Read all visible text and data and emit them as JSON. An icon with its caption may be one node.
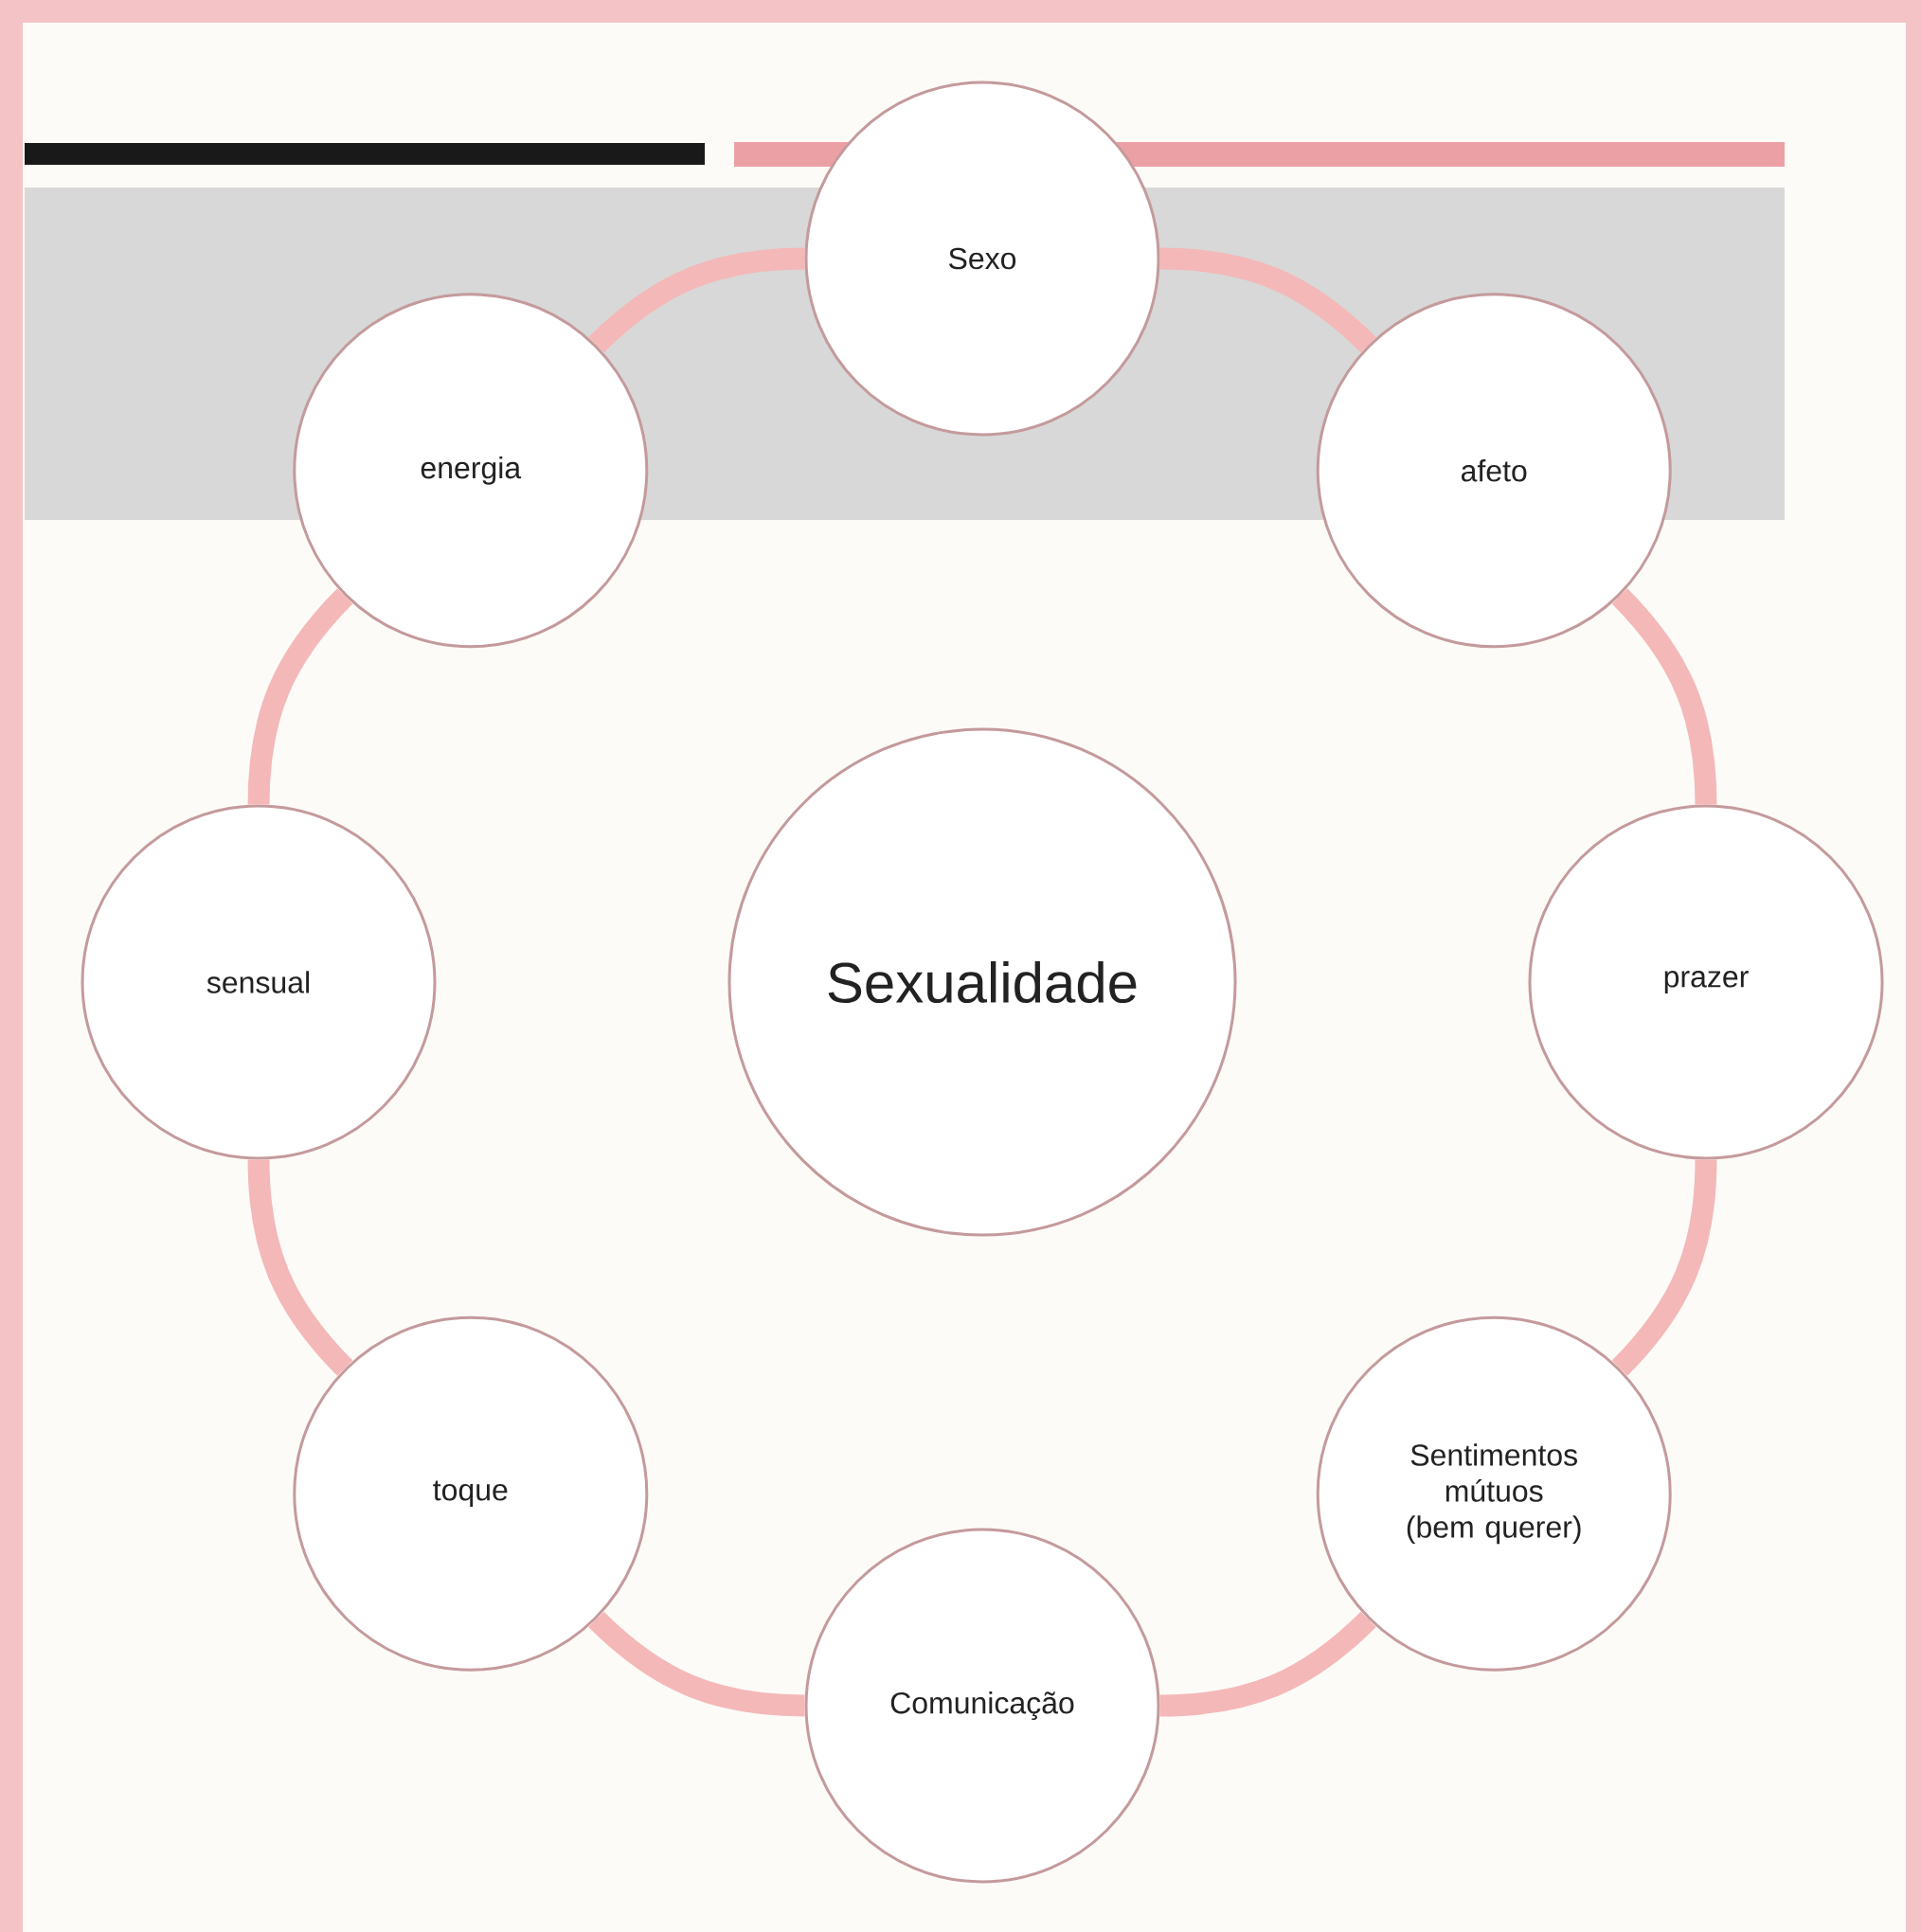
{
  "diagram": {
    "nodes": [
      {
        "text": [
          "Sexualidade"
        ]
      },
      {
        "text": [
          "Sexo"
        ]
      },
      {
        "text": [
          "afeto"
        ]
      },
      {
        "text": [
          "prazer"
        ]
      },
      {
        "text": [
          "Sentimentos mútuos (bem querer)"
        ]
      },
      {
        "text": [
          "Comunicação"
        ]
      },
      {
        "text": [
          "toque"
        ]
      },
      {
        "text": [
          "sensual"
        ]
      },
      {
        "text": [
          "energia"
        ]
      }
    ],
    "edges": [
      {
        "from": 1,
        "to": 2,
        "arrow": "none"
      },
      {
        "from": 2,
        "to": 3,
        "arrow": "none"
      },
      {
        "from": 3,
        "to": 4,
        "arrow": "none"
      },
      {
        "from": 4,
        "to": 5,
        "arrow": "none"
      },
      {
        "from": 5,
        "to": 6,
        "arrow": "none"
      },
      {
        "from": 6,
        "to": 7,
        "arrow": "none"
      },
      {
        "from": 7,
        "to": 8,
        "arrow": "none"
      },
      {
        "from": 8,
        "to": 1,
        "arrow": "none"
      }
    ]
  }
}
